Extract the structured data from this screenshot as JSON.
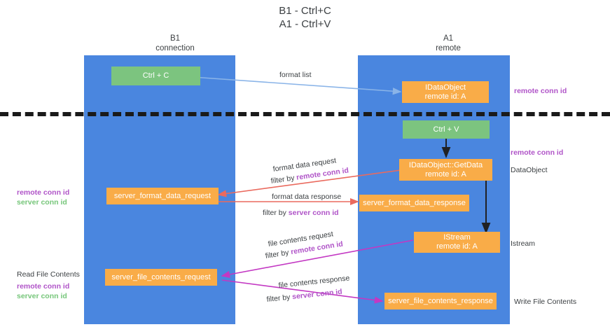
{
  "title": {
    "line1": "B1 - Ctrl+C",
    "line2": "A1 - Ctrl+V"
  },
  "columns": [
    {
      "name": "B1",
      "role": "connection"
    },
    {
      "name": "A1",
      "role": "remote"
    }
  ],
  "boxes": {
    "ctrl_c": "Ctrl + C",
    "ctrl_v": "Ctrl + V",
    "idataobject_top_l1": "IDataObject",
    "idataobject_top_l2": "remote id: A",
    "getdata_l1": "IDataObject::GetData",
    "getdata_l2": "remote id: A",
    "istream_l1": "IStream",
    "istream_l2": "remote id: A",
    "server_format_data_request": "server_format_data_request",
    "server_format_data_response": "server_format_data_response",
    "server_file_contents_request": "server_file_contents_request",
    "server_file_contents_response": "server_file_contents_response"
  },
  "edges": {
    "format_list": "format list",
    "format_data_request": "format data request",
    "format_data_request_filter_prefix": "filter by ",
    "format_data_request_filter_key": "remote conn id",
    "format_data_response": "format data response",
    "format_data_response_filter_prefix": "filter by ",
    "format_data_response_filter_key": "server conn id",
    "file_contents_request": "file contents request",
    "file_contents_request_filter_prefix": "filter by ",
    "file_contents_request_filter_key": "remote conn id",
    "file_contents_response": "file contents response",
    "file_contents_response_filter_prefix": "filter by ",
    "file_contents_response_filter_key": "server conn id"
  },
  "annotations": {
    "right_remote_conn_id_top": "remote conn id",
    "right_remote_conn_id_mid": "remote conn id",
    "right_dataobject": "DataObject",
    "right_istream": "Istream",
    "right_write_file_contents": "Write File Contents",
    "left_remote_conn_id_mid": "remote conn id",
    "left_server_conn_id_mid": "server conn id",
    "left_read_file_contents": "Read File Contents",
    "left_remote_conn_id_bot": "remote conn id",
    "left_server_conn_id_bot": "server conn id"
  },
  "colors": {
    "lane": "#4a86df",
    "green_box": "#7cc47f",
    "orange_box": "#f9ac48",
    "purple_text": "#b054c8",
    "green_text": "#76c67a",
    "arrow_blue": "#8ab4e8",
    "arrow_red": "#ea6a5e",
    "arrow_magenta": "#c338c3",
    "arrow_dark": "#202124",
    "divider": "#1a1a1a",
    "text": "#3c4043",
    "background": "#ffffff"
  }
}
